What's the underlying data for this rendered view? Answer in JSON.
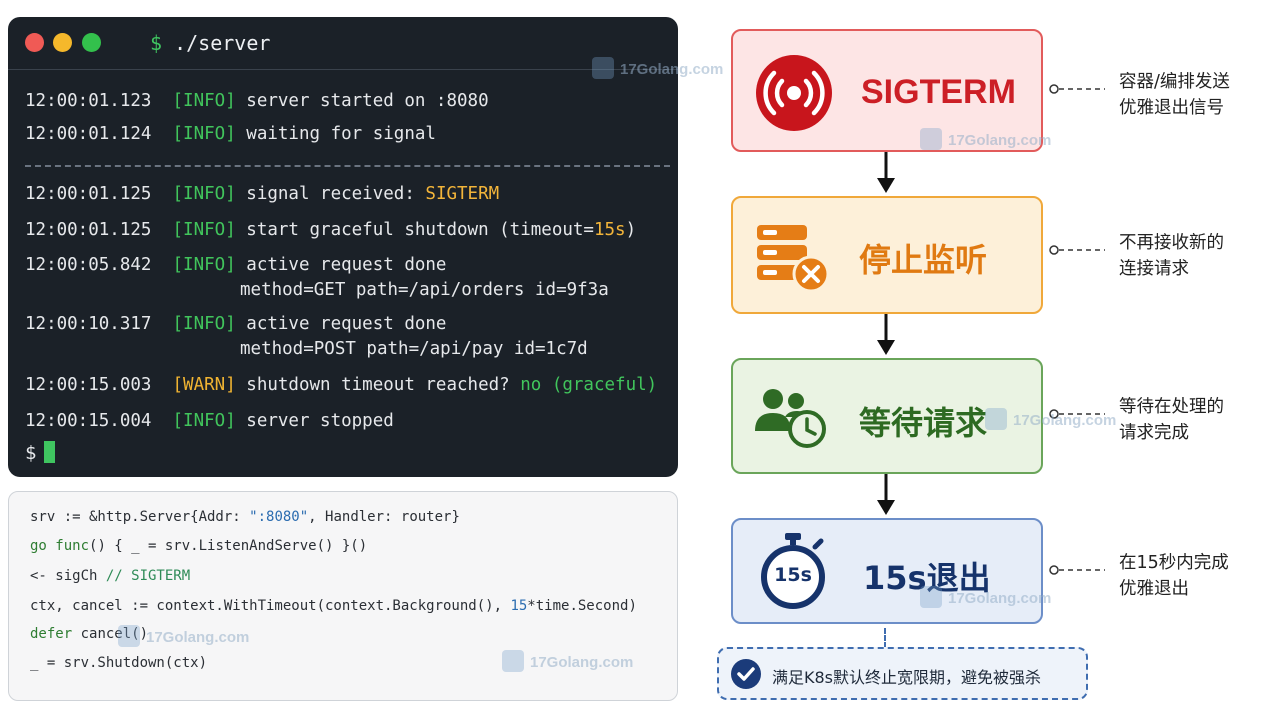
{
  "terminal": {
    "prompt": "$",
    "command": "./server",
    "lines": [
      {
        "time": "12:00:01.123",
        "level": "[INFO]",
        "msg": "server started on :8080"
      },
      {
        "time": "12:00:01.124",
        "level": "[INFO]",
        "msg": "waiting for signal"
      },
      {
        "time": "12:00:01.125",
        "level": "[INFO]",
        "msg_pre": "signal received: ",
        "msg_hl": "SIGTERM"
      },
      {
        "time": "12:00:01.125",
        "level": "[INFO]",
        "msg_pre": "start graceful shutdown (timeout=",
        "msg_hl": "15s",
        "msg_post": ")"
      },
      {
        "time": "12:00:05.842",
        "level": "[INFO]",
        "msg": "active request done",
        "msg2": "method=GET path=/api/orders id=9f3a"
      },
      {
        "time": "12:00:10.317",
        "level": "[INFO]",
        "msg": "active request done",
        "msg2": "method=POST path=/api/pay id=1c7d"
      },
      {
        "time": "12:00:15.003",
        "level": "[WARN]",
        "msg_pre": "shutdown timeout reached? ",
        "msg_hl": "no (graceful)"
      },
      {
        "time": "12:00:15.004",
        "level": "[INFO]",
        "msg": "server stopped"
      }
    ],
    "final_prompt": "$"
  },
  "code": {
    "l1_a": "srv := &http.Server{Addr: ",
    "l1_str": "\":8080\"",
    "l1_b": ", Handler: router}",
    "l2_kw1": "go",
    "l2_kw2": "func",
    "l2_rest": "() { _ = srv.ListenAndServe() }()",
    "l3_a": "<- sigCh ",
    "l3_cmt": "// SIGTERM",
    "l4_a": "ctx, cancel := context.WithTimeout(context.Background(), ",
    "l4_num": "15",
    "l4_b": "*time.Second)",
    "l5_kw": "defer",
    "l5_rest": " cancel()",
    "l6": "_ = srv.Shutdown(ctx)"
  },
  "flow": {
    "steps": [
      {
        "label": "SIGTERM",
        "icon": "broadcast-signal-icon",
        "note_line1": "容器/编排发送",
        "note_line2": "优雅退出信号"
      },
      {
        "label": "停止监听",
        "icon": "server-stop-icon",
        "note_line1": "不再接收新的",
        "note_line2": "连接请求"
      },
      {
        "label": "等待请求",
        "icon": "users-clock-icon",
        "note_line1": "等待在处理的",
        "note_line2": "请求完成"
      },
      {
        "label": "15s退出",
        "icon": "stopwatch-icon",
        "icon_text": "15s",
        "note_line1": "在15秒内完成",
        "note_line2": "优雅退出"
      }
    ],
    "callout": "满足K8s默认终止宽限期，避免被强杀"
  },
  "watermark": "17Golang.com",
  "colors": {
    "terminal_bg": "#1b2128",
    "info": "#41c55c",
    "warn": "#f0b432",
    "sigterm_red": "#cc1f26",
    "stop_orange": "#e07a12",
    "wait_green": "#2d6a22",
    "exit_navy": "#16336b"
  }
}
